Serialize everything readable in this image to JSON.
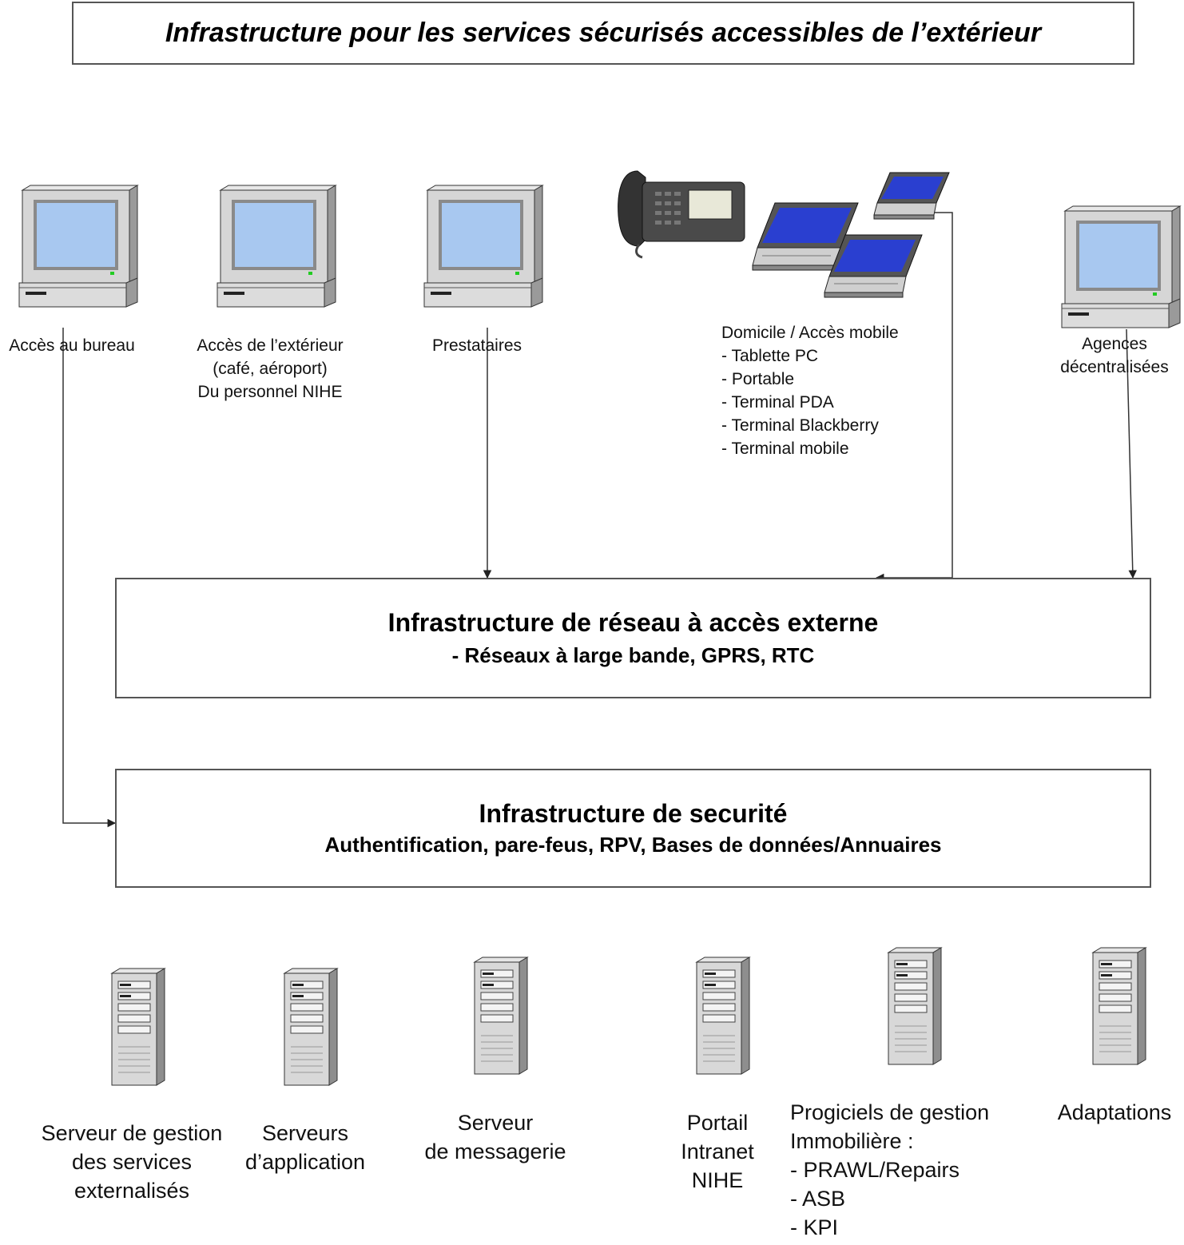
{
  "title": "Infrastructure pour les services sécurisés accessibles de l’extérieur",
  "clients": {
    "bureau": "Accès au bureau",
    "exterieur": [
      "Accès de l’extérieur",
      "(café, aéroport)",
      "Du personnel NIHE"
    ],
    "prestataires": "Prestataires",
    "mobile": [
      "Domicile / Accès mobile",
      "- Tablette PC",
      "- Portable",
      "- Terminal PDA",
      "- Terminal Blackberry",
      "- Terminal mobile"
    ],
    "agences": [
      "Agences",
      "décentralisées"
    ]
  },
  "network_box": {
    "title": "Infrastructure de réseau à accès externe",
    "subtitle": "- Réseaux à large bande, GPRS, RTC"
  },
  "security_box": {
    "title": "Infrastructure de securité",
    "subtitle": "Authentification, pare-feus, RPV, Bases de données/Annuaires"
  },
  "servers": {
    "gestion": [
      "Serveur de gestion",
      "des services",
      "externalisés"
    ],
    "application": [
      "Serveurs",
      "d’application"
    ],
    "messagerie": [
      "Serveur",
      "de messagerie"
    ],
    "portail": [
      "Portail",
      "Intranet",
      "NIHE"
    ],
    "progiciels": [
      "Progiciels de gestion",
      "Immobilière :",
      "- PRAWL/Repairs",
      "- ASB",
      "- KPI"
    ],
    "adaptations": "Adaptations"
  },
  "colors": {
    "screen": "#a8c8f0",
    "case": "#d4d4d4",
    "laptop_screen": "#2a3fd0",
    "line": "#333333"
  },
  "icons": [
    "desktop-computer-icon",
    "ip-phone-icon",
    "laptop-icon",
    "server-tower-icon"
  ]
}
